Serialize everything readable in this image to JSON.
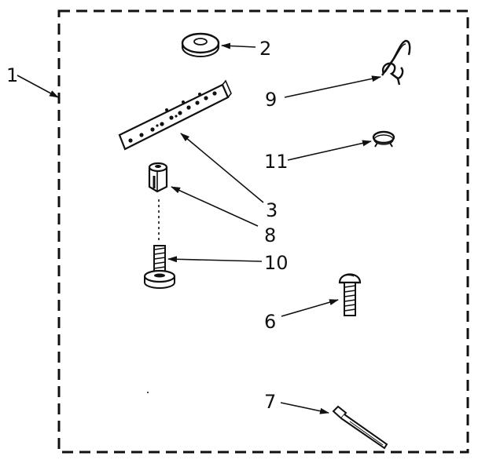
{
  "callouts": {
    "c1": "1",
    "c2": "2",
    "c3": "3",
    "c6": "6",
    "c7": "7",
    "c8": "8",
    "c9": "9",
    "c10": "10",
    "c11": "11"
  },
  "colors": {
    "ink": "#111111",
    "background": "#ffffff"
  },
  "parts": [
    {
      "callout": "2",
      "shape": "washer-icon"
    },
    {
      "callout": "3",
      "shape": "perforated-bracket-icon"
    },
    {
      "callout": "8",
      "shape": "hex-spacer-icon"
    },
    {
      "callout": "10",
      "shape": "leveling-screw-icon"
    },
    {
      "callout": "9",
      "shape": "hook-clip-icon"
    },
    {
      "callout": "11",
      "shape": "snap-ring-icon"
    },
    {
      "callout": "6",
      "shape": "bolt-icon"
    },
    {
      "callout": "7",
      "shape": "cable-tie-icon"
    }
  ]
}
